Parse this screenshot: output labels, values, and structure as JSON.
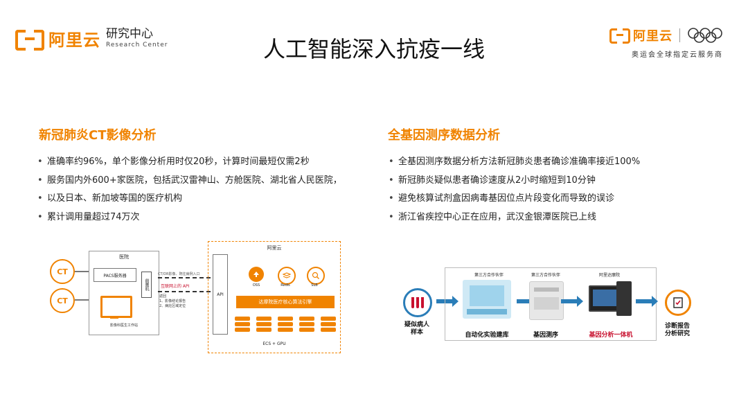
{
  "header": {
    "brand_left": "阿里云",
    "rc_cn": "研究中心",
    "rc_en": "Research Center",
    "title": "人工智能深入抗疫一线",
    "brand_right": "阿里云",
    "sponsor": "奥运会全球指定云服务商"
  },
  "left": {
    "section_title": "新冠肺炎CT影像分析",
    "bullets": [
      "准确率约96%，单个影像分析用时仅20秒，计算时间最短仅需2秒",
      "服务国内外600+家医院，包括武汉雷神山、方舱医院、湖北省人民医院，",
      "以及日本、新加坡等国的医疗机构",
      "累计调用量超过74万次"
    ],
    "diagram": {
      "ct_label": "CT",
      "hospital": "医院",
      "pacs": "PACS服务器",
      "frontend": "前置机",
      "workstation": "影像科医生工作站",
      "upload_note": "CT/DR影像、既往病例入口",
      "api_call": "互联网上的 API",
      "return_title": "返回",
      "return_1": "1、影像结论报告",
      "return_2": "2、病灶区域定位",
      "cloud": "阿里云",
      "api": "API",
      "svc_1": "OSS",
      "svc_2": "Redis",
      "svc_3": "SLB",
      "engine": "达摩院医疗核心算法引擎",
      "compute": "ECS + GPU"
    }
  },
  "right": {
    "section_title": "全基因测序数据分析",
    "bullets": [
      "全基因测序数据分析方法新冠肺炎患者确诊准确率接近100%",
      "新冠肺炎疑似患者确诊速度从2小时缩短到10分钟",
      "避免核算试剂盒因病毒基因位点片段变化而导致的误诊",
      "浙江省疾控中心正在应用，武汉金银潭医院已上线"
    ],
    "flow": {
      "sample_1": "疑似病人",
      "sample_2": "样本",
      "top_1": "第三方合作伙伴",
      "label_1": "自动化实验建库",
      "top_2": "第三方合作伙伴",
      "label_2": "基因测序",
      "top_3": "阿里达摩院",
      "label_3": "基因分析一体机",
      "end_1": "诊断报告",
      "end_2": "分析研究"
    }
  },
  "colors": {
    "accent": "#f08300",
    "flow_blue": "#2a7db8",
    "label_red": "#c8102e"
  }
}
